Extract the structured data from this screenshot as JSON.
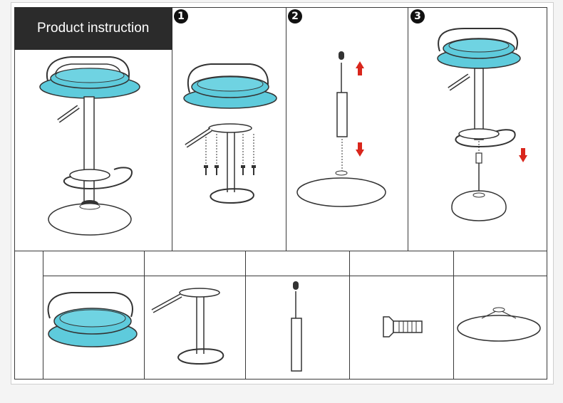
{
  "header": {
    "title": "Product instruction"
  },
  "steps": [
    {
      "number": "1"
    },
    {
      "number": "2"
    },
    {
      "number": "3"
    }
  ],
  "parts": [
    {
      "icon": "seat-icon",
      "caption": ""
    },
    {
      "icon": "seat-frame-icon",
      "caption": ""
    },
    {
      "icon": "gas-cylinder-icon",
      "caption": ""
    },
    {
      "icon": "screw-icon",
      "caption": ""
    },
    {
      "icon": "base-plate-icon",
      "caption": ""
    }
  ],
  "colors": {
    "seat_accent": "#5ecbdc",
    "arrow": "#d9261c",
    "label_bg": "#2b2b2b"
  }
}
